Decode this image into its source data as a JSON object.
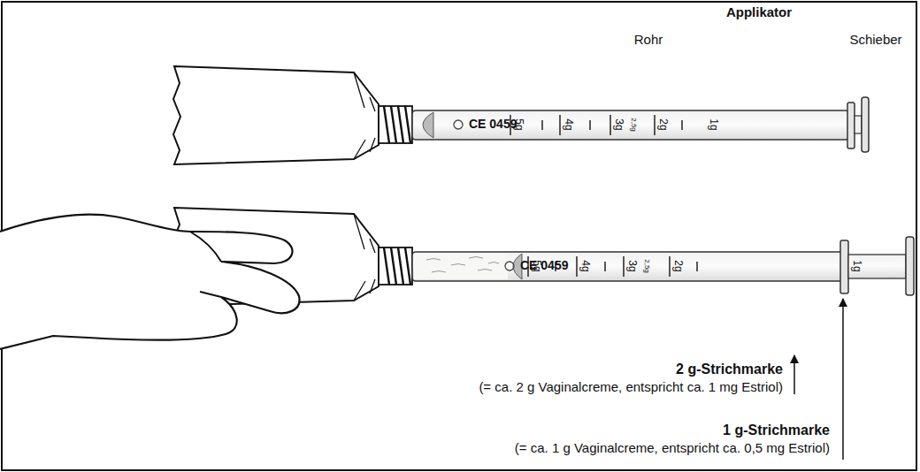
{
  "diagram": {
    "labels": [
      "Applikator",
      "Rohr",
      "Schieber",
      "CE 0459",
      "5g",
      "4g",
      "3g",
      "2,5g",
      "2g",
      "1g",
      "CE 0459",
      "5g",
      "4g",
      "3g",
      "2,5g",
      "2g",
      "1g",
      "2 g-Strichmarke",
      "(= ca. 2 g Vaginalcreme, entspricht ca. 1 mg Estriol)",
      "1 g-Strichmarke",
      "(= ca. 1 g Vaginalcreme, entspricht ca. 0,5 mg Estriol)"
    ]
  }
}
